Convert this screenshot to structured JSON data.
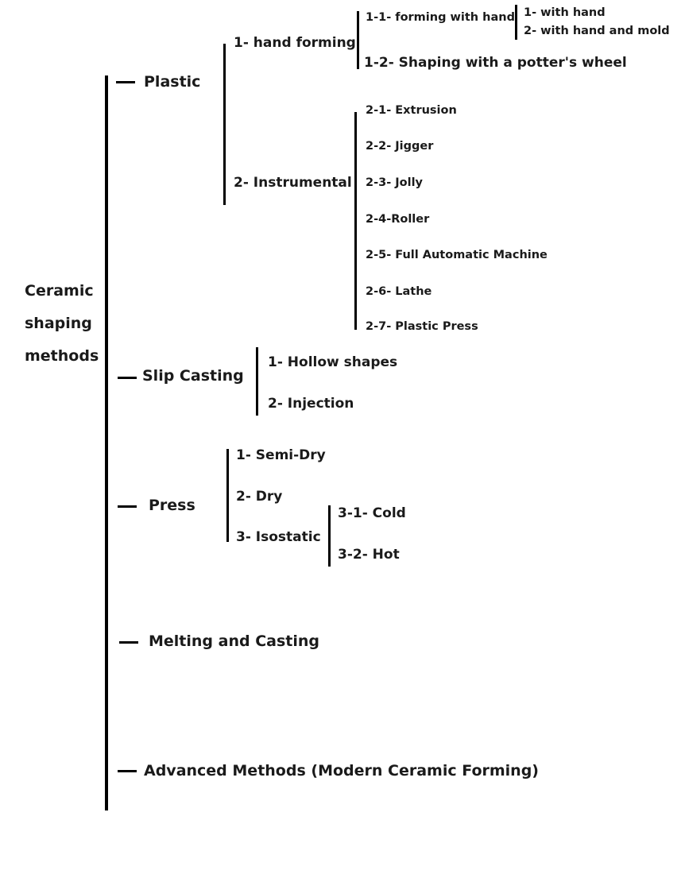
{
  "root": {
    "label_lines": [
      "Ceramic",
      "shaping",
      "methods"
    ]
  },
  "plastic": {
    "label": "Plastic",
    "hand_forming": {
      "label": "1- hand forming",
      "forming_with_hand": {
        "label": "1-1- forming with hand",
        "items": [
          "1- with hand",
          "2- with hand and mold"
        ]
      },
      "potters_wheel": "1-2- Shaping with a potter's wheel"
    },
    "instrumental": {
      "label": "2- Instrumental",
      "items": [
        "2-1- Extrusion",
        "2-2- Jigger",
        "2-3- Jolly",
        "2-4-Roller",
        "2-5- Full Automatic Machine",
        "2-6- Lathe",
        "2-7- Plastic Press"
      ]
    }
  },
  "slip_casting": {
    "label": "Slip Casting",
    "items": [
      "1- Hollow shapes",
      "2- Injection"
    ]
  },
  "press": {
    "label": "Press",
    "items": [
      "1- Semi-Dry",
      "2- Dry",
      "3- Isostatic"
    ],
    "isostatic": [
      "3-1- Cold",
      "3-2- Hot"
    ]
  },
  "melting": {
    "label": "Melting and Casting"
  },
  "advanced": {
    "label": "Advanced Methods (Modern Ceramic Forming)"
  }
}
